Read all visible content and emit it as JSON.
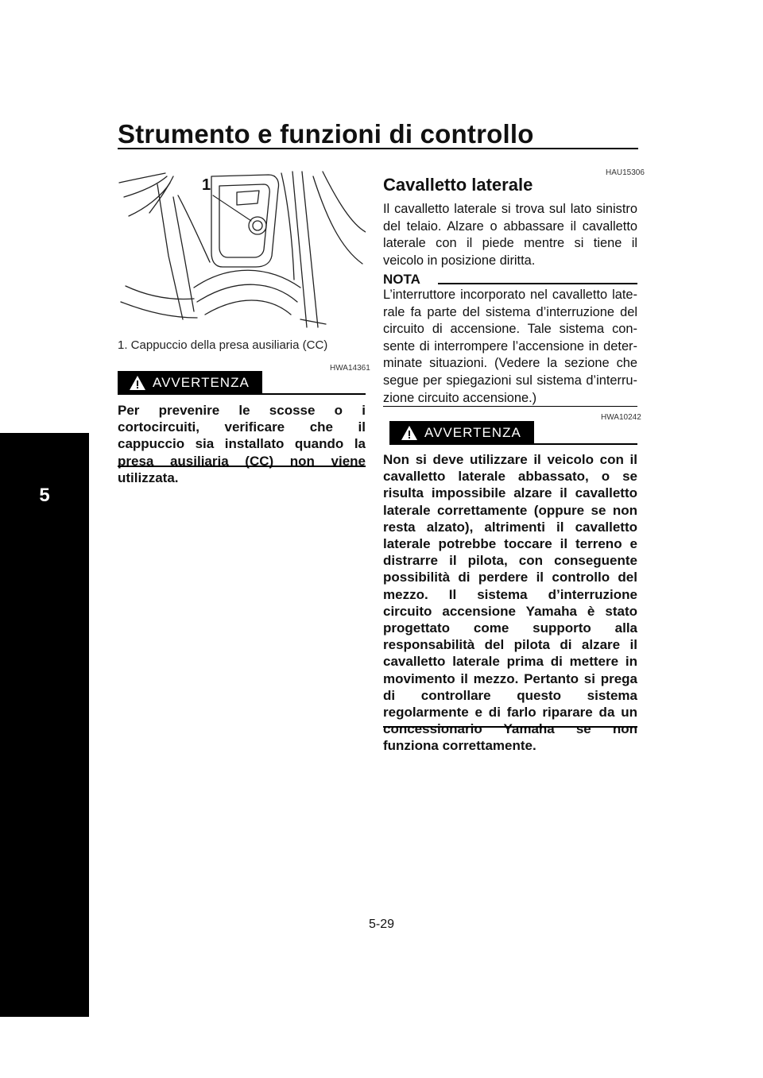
{
  "header": {
    "title": "Strumento e funzioni di controllo",
    "chapter": "5"
  },
  "figure": {
    "callout": "1",
    "caption": "1.  Cappuccio della presa ausiliaria (CC)"
  },
  "left_warning": {
    "code": "HWA14361",
    "label": "AVVERTENZA",
    "text": "Per prevenire le scosse o i cortocircuiti, verificare che il cappuccio sia installato quando la presa ausiliaria (CC) non vie­ne utilizzata."
  },
  "side_stand": {
    "code": "HAU15306",
    "title": "Cavalletto laterale",
    "body": "Il cavalletto laterale si trova sul lato sinistro del telaio. Alzare o abbassare il cavalletto laterale con il piede mentre si tiene il veicolo in posizione diritta."
  },
  "note": {
    "label": "NOTA",
    "text": "L’interruttore incorporato nel cavalletto late­rale fa parte del sistema d’interruzione del circuito di accensione. Tale sistema con­sente di interrompere l’accensione in deter­minate situazioni. (Vedere la sezione che segue per spiegazioni sul sistema d’interru­zione circuito accensione.)"
  },
  "right_warning": {
    "code": "HWA10242",
    "label": "AVVERTENZA",
    "text": "Non si deve utilizzare il veicolo con il ca­valletto laterale abbassato, o se risulta impossibile alzare il cavalletto laterale correttamente (oppure se non resta alza­to), altrimenti il cavalletto laterale po­trebbe toccare il terreno e distrarre il pilota, con conseguente possibilità di perdere il controllo del mezzo. Il sistema d’interruzione circuito accensione Yamaha è stato progettato come sup­porto alla responsabilità del pilota di al­zare il cavalletto laterale prima di mettere in movimento il mezzo. Pertanto si prega di controllare questo sistema regolarmente e di farlo riparare da un concessionario Yamaha se non funziona correttamente."
  },
  "footer": {
    "page": "5-29"
  },
  "icons": {
    "warning": "warning-triangle-icon"
  },
  "colors": {
    "ink": "#000000",
    "paper": "#ffffff"
  }
}
